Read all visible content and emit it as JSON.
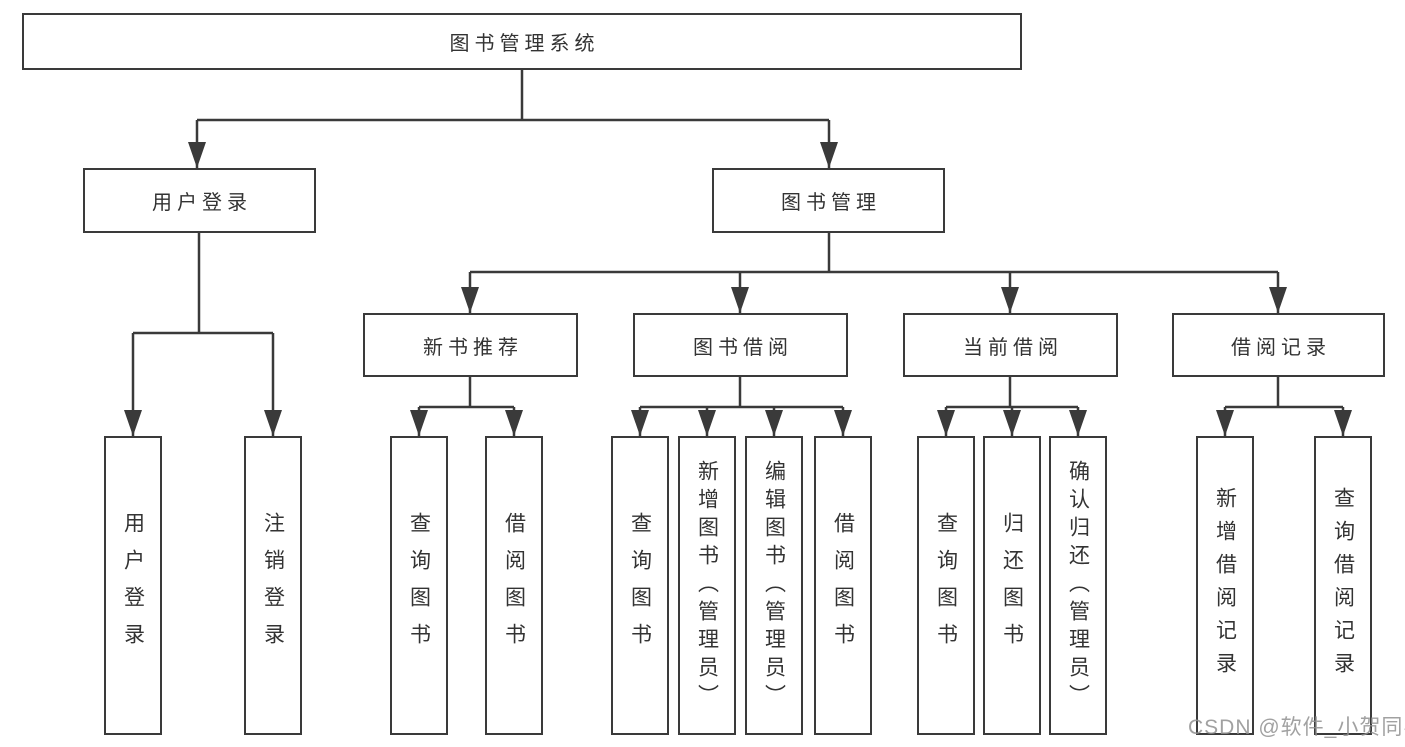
{
  "tree": {
    "label": "图书管理系统",
    "children": [
      {
        "label": "用户登录",
        "children": [
          {
            "label": "用户登录"
          },
          {
            "label": "注销登录"
          }
        ]
      },
      {
        "label": "图书管理",
        "children": [
          {
            "label": "新书推荐",
            "children": [
              {
                "label": "查询图书"
              },
              {
                "label": "借阅图书"
              }
            ]
          },
          {
            "label": "图书借阅",
            "children": [
              {
                "label": "查询图书"
              },
              {
                "label": "新增图书（管理员）"
              },
              {
                "label": "编辑图书（管理员）"
              },
              {
                "label": "借阅图书"
              }
            ]
          },
          {
            "label": "当前借阅",
            "children": [
              {
                "label": "查询图书"
              },
              {
                "label": "归还图书"
              },
              {
                "label": "确认归还（管理员）"
              }
            ]
          },
          {
            "label": "借阅记录",
            "children": [
              {
                "label": "新增借阅记录"
              },
              {
                "label": "查询借阅记录"
              }
            ]
          }
        ]
      }
    ]
  },
  "watermark": "CSDN @软件_小贺同学",
  "colors": {
    "line": "#3a3a3a",
    "text": "#333333",
    "box_background": "#ffffff",
    "watermark_text": "#919191"
  }
}
